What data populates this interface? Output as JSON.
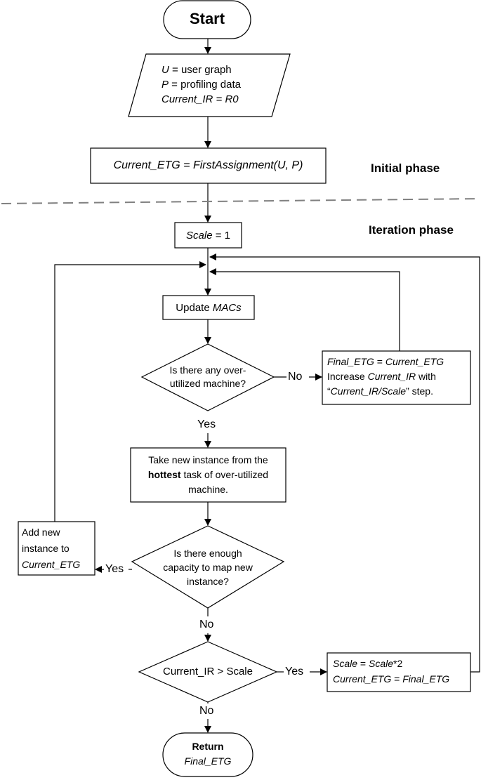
{
  "flowchart": {
    "start": "Start",
    "inputs": {
      "line1_var": "U",
      "line1_rest": " = user graph",
      "line2_var": "P",
      "line2_rest": " = profiling data",
      "line3": "Current_IR = R0"
    },
    "first_assignment": "Current_ETG = FirstAssignment(U, P)",
    "scale_init": {
      "var": "Scale",
      "rest": " = 1"
    },
    "update": {
      "text": "Update ",
      "var": "MACs"
    },
    "decision_overutilized": {
      "line1": "Is there any over-",
      "line2": "utilized machine?"
    },
    "final_box": {
      "l1_var": "Final_ETG",
      "l1_mid": " = ",
      "l1_var2": "Current_ETG",
      "l2_text": "Increase ",
      "l2_var": "Current_IR",
      "l2_rest": " with",
      "l3_open": "“",
      "l3_var": "Current_IR/Scale",
      "l3_rest": "” step."
    },
    "take_instance": {
      "line1": "Take new instance from the",
      "line2_bold": "hottest",
      "line2_rest": " task of over-utilized",
      "line3": "machine."
    },
    "decision_capacity": {
      "line1": "Is there enough",
      "line2": "capacity to map new",
      "line3": "instance?"
    },
    "add_instance": {
      "line1": "Add new",
      "line2": "instance to",
      "line3_var": "Current_ETG"
    },
    "decision_scale": "Current_IR > Scale",
    "scale_update": {
      "l1_var": "Scale",
      "l1_mid": " = ",
      "l1_var2": "Scale",
      "l1_rest": "*2",
      "l2_var": "Current_ETG",
      "l2_mid": " = ",
      "l2_var2": "Final_ETG"
    },
    "return": {
      "line1": "Return",
      "line2": "Final_ETG"
    }
  },
  "edge_labels": {
    "yes": "Yes",
    "no": "No"
  },
  "phases": {
    "initial": "Initial phase",
    "iteration": "Iteration phase"
  }
}
